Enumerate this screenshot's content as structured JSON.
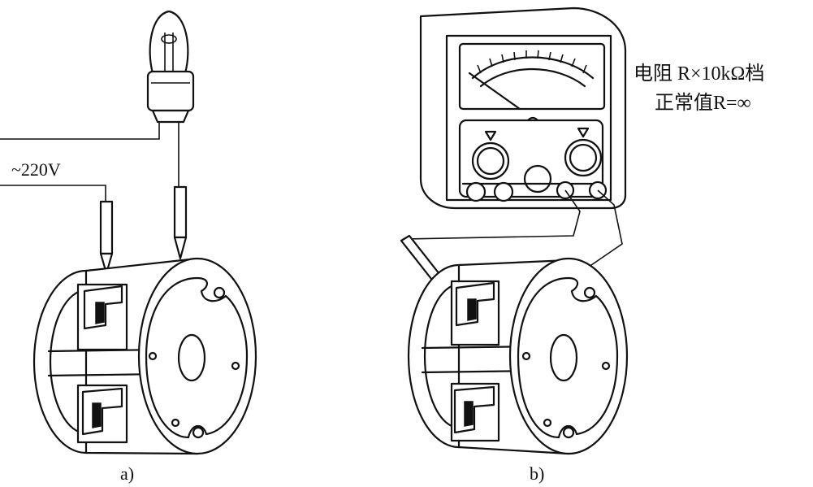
{
  "panel_a": {
    "caption": "a)",
    "supply_label": "~220V"
  },
  "panel_b": {
    "caption": "b)",
    "meter_setting_line1": "电阻 R×10kΩ档",
    "meter_setting_line2": "正常值R=∞"
  }
}
